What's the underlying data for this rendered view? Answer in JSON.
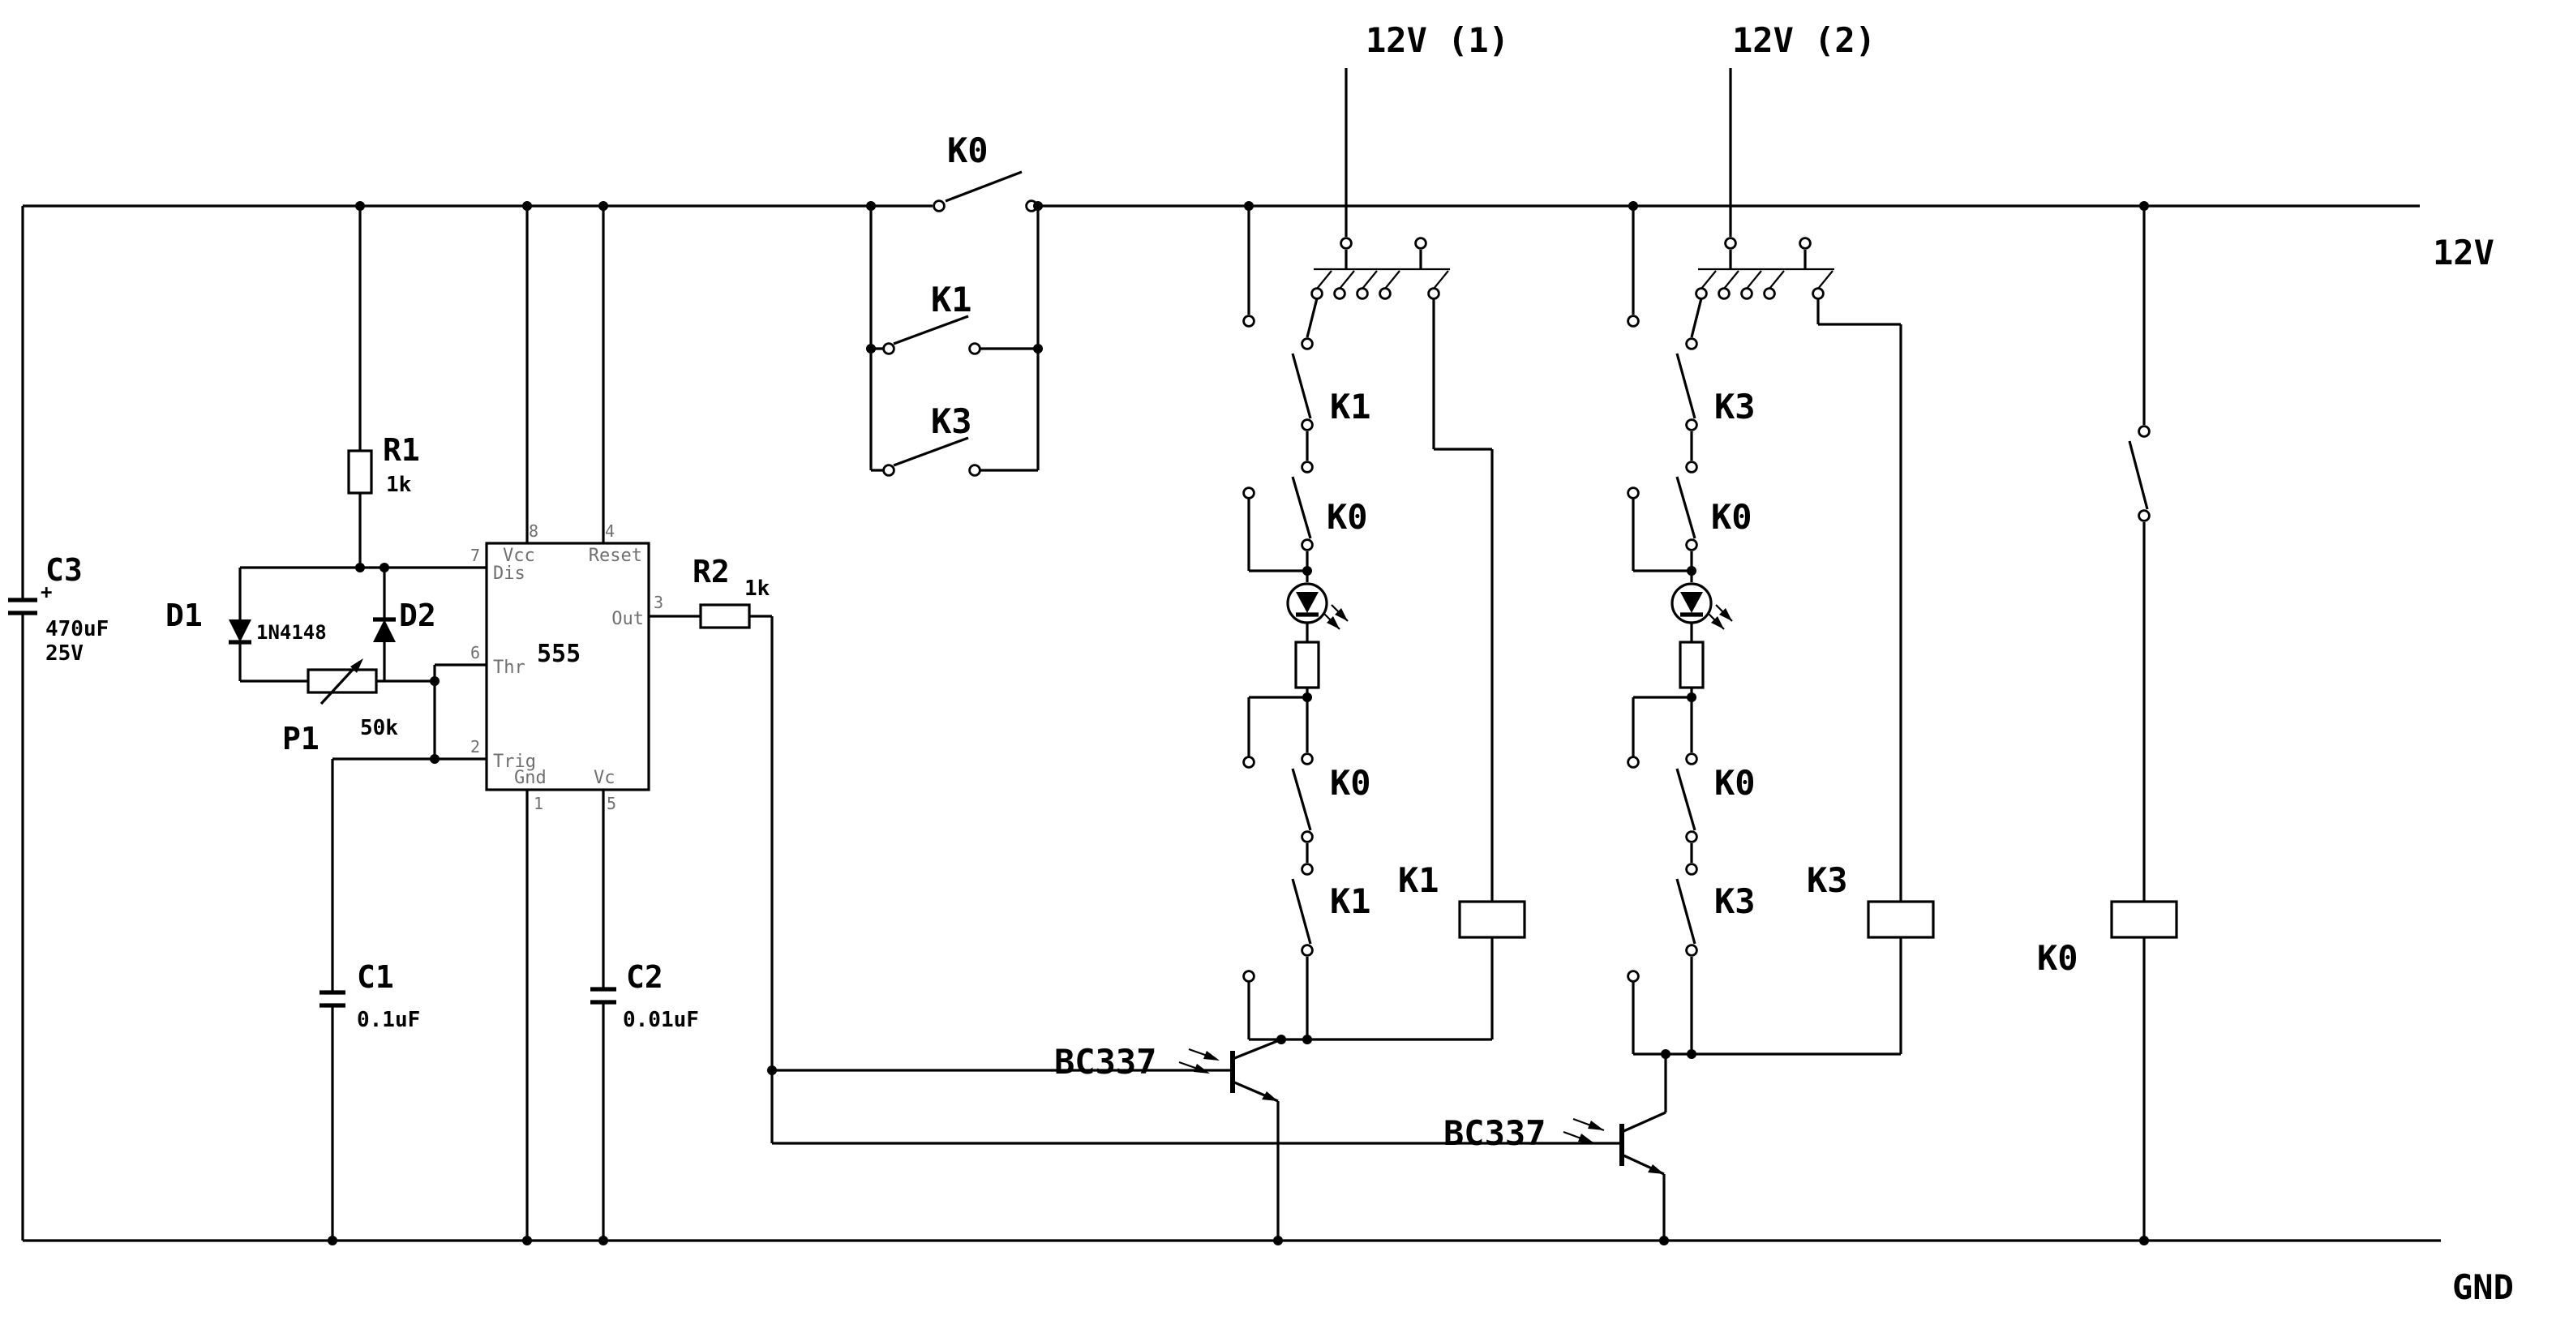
{
  "rails": {
    "v12": "12V",
    "gnd": "GND"
  },
  "supplies": {
    "s1": "12V (1)",
    "s2": "12V (2)"
  },
  "switches": {
    "k0_main": "K0",
    "k1_hold": "K1",
    "k3_hold": "K3",
    "ch1": {
      "sw1": "K1",
      "sw2": "K0",
      "sw3": "K0",
      "sw4": "K1"
    },
    "ch2": {
      "sw1": "K3",
      "sw2": "K0",
      "sw3": "K0",
      "sw4": "K3"
    }
  },
  "coils": {
    "k1": "K1",
    "k3": "K3",
    "k0": "K0"
  },
  "transistors": {
    "q1": "BC337",
    "q2": "BC337"
  },
  "components": {
    "c3": {
      "ref": "C3",
      "value": "470uF",
      "voltage": "25V",
      "plus": "+"
    },
    "r1": {
      "ref": "R1",
      "value": "1k"
    },
    "d1": {
      "ref": "D1",
      "value": "1N4148"
    },
    "d2": {
      "ref": "D2"
    },
    "p1": {
      "ref": "P1",
      "value": "50k"
    },
    "r2": {
      "ref": "R2",
      "value": "1k"
    },
    "c1": {
      "ref": "C1",
      "value": "0.1uF"
    },
    "c2": {
      "ref": "C2",
      "value": "0.01uF"
    }
  },
  "ic555": {
    "name": "555",
    "pins": {
      "vcc": "Vcc",
      "reset": "Reset",
      "dis": "Dis",
      "thr": "Thr",
      "trig": "Trig",
      "gnd": "Gnd",
      "vc": "Vc",
      "out": "Out"
    },
    "numbers": {
      "n8": "8",
      "n4": "4",
      "n7": "7",
      "n6": "6",
      "n2": "2",
      "n1": "1",
      "n5": "5",
      "n3": "3"
    }
  }
}
